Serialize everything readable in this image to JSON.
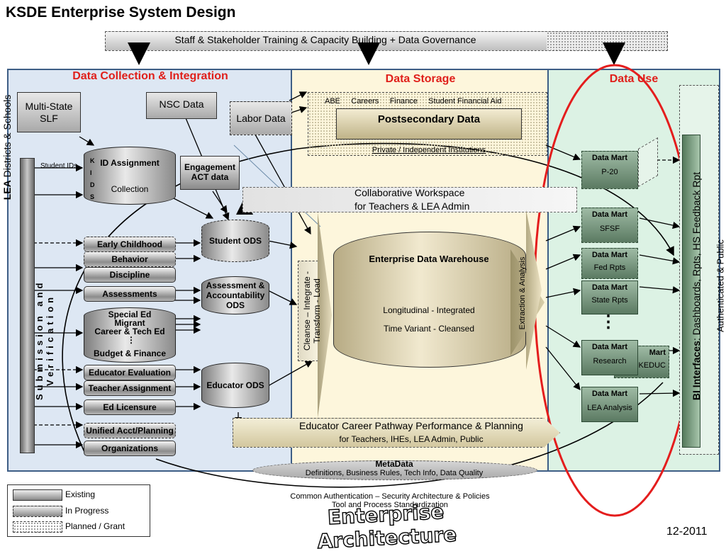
{
  "title": "KSDE Enterprise System Design",
  "top_bar": "Staff & Stakeholder Training & Capacity Building + Data Governance",
  "panels": {
    "collection": "Data Collection & Integration",
    "storage": "Data Storage",
    "use": "Data Use"
  },
  "collection": {
    "multistate": "Multi-State SLF",
    "nsc": "NSC Data",
    "labor": "Labor Data",
    "student_ids": "Student IDs",
    "kids_letters": [
      "K",
      "I",
      "D",
      "S"
    ],
    "id_assignment": "ID Assignment",
    "collection_label": "Collection",
    "engagement": "Engagement ACT data",
    "student_ods": "Student ODS",
    "assessment_ods": "Assessment & Accountability ODS",
    "educator_ods": "Educator ODS",
    "lea_bold": "LEA",
    "lea_rest": "Districts & Schools",
    "submission": "Submission and Verification",
    "bars": [
      "Early Childhood",
      "Behavior",
      "Discipline",
      "Assessments",
      "Special Ed",
      "Migrant",
      "Career & Tech Ed",
      "Budget & Finance",
      "Educator Evaluation",
      "Teacher Assignment",
      "Ed Licensure",
      "Unified Acct/Planning",
      "Organizations"
    ]
  },
  "storage": {
    "postsecondary_tabs": "ABE     Careers     Finance     Student Financial Aid",
    "postsecondary": "Postsecondary Data",
    "private": "Private / Independent Institutions",
    "collab_line1": "Collaborative Workspace",
    "collab_line2": "for Teachers & LEA Admin",
    "etl": "Cleanse – Integrate - Transform - Load",
    "ewh_title": "Enterprise Data Warehouse",
    "ewh_line1": "Longitudinal - Integrated",
    "ewh_line2": "Time Variant - Cleansed",
    "extraction": "Extraction & Analysis",
    "pathway_line1": "Educator Career Pathway Performance & Planning",
    "pathway_line2": "for Teachers, IHEs, LEA Admin, Public",
    "metadata_title": "MetaData",
    "metadata_desc": "Definitions, Business Rules, Tech Info, Data Quality"
  },
  "use": {
    "marts": [
      {
        "title": "Data Mart",
        "sub": "P-20"
      },
      {
        "title": "Data Mart",
        "sub": "SFSF"
      },
      {
        "title": "Data Mart",
        "sub": "Fed Rpts"
      },
      {
        "title": "Data Mart",
        "sub": "State Rpts"
      },
      {
        "title": "Data Mart",
        "sub": "Research"
      },
      {
        "title": "Mart",
        "sub": "KEDUC"
      },
      {
        "title": "Data Mart",
        "sub": "LEA Analysis"
      }
    ],
    "ellipsis": "⋮",
    "bi_bold": "BI Interfaces",
    "bi_rest": ": Dashboards, Rpts, HS Feedback Rpt",
    "bi_line2": "Authenticated & Public"
  },
  "footer": {
    "auth": "Common Authentication – Security Architecture & Policies",
    "tool": "Tool and Process Standardization",
    "enterprise": "Enterprise Architecture",
    "date": "12-2011"
  },
  "legend": [
    "Existing",
    "In Progress",
    "Planned / Grant"
  ]
}
